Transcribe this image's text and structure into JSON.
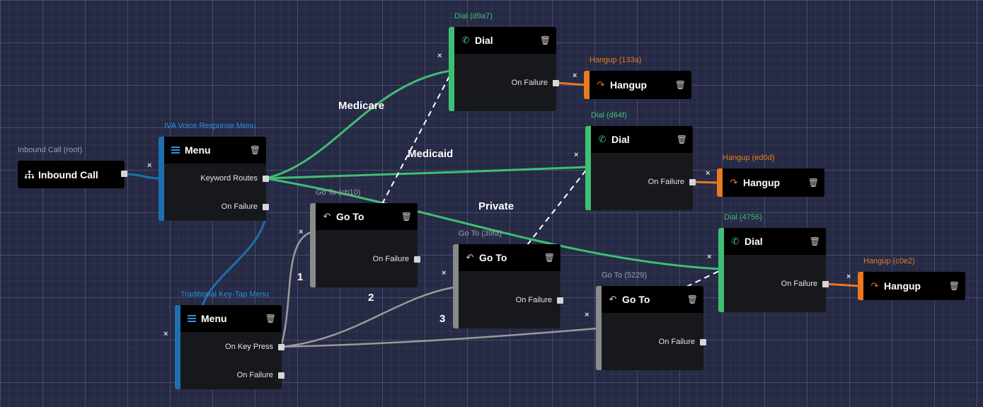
{
  "colors": {
    "menu": "#1f6fae",
    "dial": "#3fbf74",
    "hangup": "#e87a1f",
    "goto": "#8a8a8a",
    "root": "#2a8fd8"
  },
  "nodes": {
    "root": {
      "caption": "Inbound Call (root)",
      "title": "Inbound Call",
      "icon": "sitemap-icon"
    },
    "ivaMenu": {
      "caption": "IVA Voice Response Menu",
      "title": "Menu",
      "icon": "menu-icon",
      "ports": [
        "Keyword Routes",
        "On Failure"
      ]
    },
    "keyMenu": {
      "caption": "Traditional Key-Tap Menu",
      "title": "Menu",
      "icon": "menu-icon",
      "ports": [
        "On Key Press",
        "On Failure"
      ]
    },
    "dial1": {
      "caption": "Dial (d9a7)",
      "title": "Dial",
      "icon": "phone-icon",
      "ports": [
        "On Failure"
      ]
    },
    "dial2": {
      "caption": "Dial (d64f)",
      "title": "Dial",
      "icon": "phone-icon",
      "ports": [
        "On Failure"
      ]
    },
    "dial3": {
      "caption": "Dial (4756)",
      "title": "Dial",
      "icon": "phone-icon",
      "ports": [
        "On Failure"
      ]
    },
    "hang1": {
      "caption": "Hangup (133a)",
      "title": "Hangup",
      "icon": "hangup-icon"
    },
    "hang2": {
      "caption": "Hangup (ed0d)",
      "title": "Hangup",
      "icon": "hangup-icon"
    },
    "hang3": {
      "caption": "Hangup (c0e2)",
      "title": "Hangup",
      "icon": "hangup-icon"
    },
    "goto1": {
      "caption": "Go To (cb10)",
      "title": "Go To",
      "icon": "goto-icon",
      "ports": [
        "On Failure"
      ]
    },
    "goto2": {
      "caption": "Go To (39fa)",
      "title": "Go To",
      "icon": "goto-icon",
      "ports": [
        "On Failure"
      ]
    },
    "goto3": {
      "caption": "Go To (5229)",
      "title": "Go To",
      "icon": "goto-icon",
      "ports": [
        "On Failure"
      ]
    }
  },
  "edge_labels": {
    "medicare": "Medicare",
    "medicaid": "Medicaid",
    "private": "Private",
    "key1": "1",
    "key2": "2",
    "key3": "3"
  },
  "input_marker": "×",
  "trash_glyph": "🗑"
}
